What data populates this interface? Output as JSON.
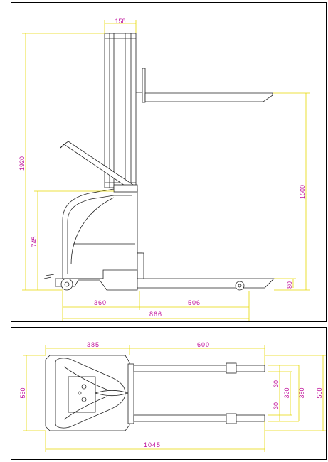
{
  "side_view": {
    "dims": {
      "mast_width": "158",
      "total_height": "1920",
      "body_height": "745",
      "lift_height": "1500",
      "fork_height": "80",
      "wheelbase_rear": "360",
      "wheelbase_front": "506",
      "total_length": "866"
    }
  },
  "top_view": {
    "dims": {
      "body_length": "385",
      "fork_length": "600",
      "body_width": "560",
      "fork_gap_top": "30",
      "fork_inner": "320",
      "fork_gap_bottom": "30",
      "fork_span": "380",
      "overall_width": "500",
      "overall_length": "1045"
    }
  },
  "colors": {
    "dimension_line": "#e6d800",
    "dimension_text": "#c0149c",
    "drawing_line": "#222222",
    "border": "#000000"
  }
}
